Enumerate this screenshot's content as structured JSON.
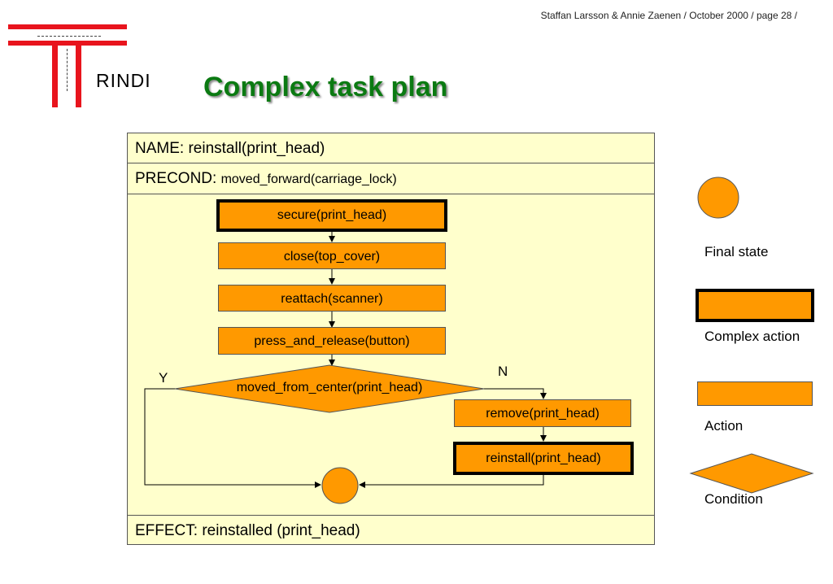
{
  "header": {
    "credit": "Staffan Larsson & Annie Zaenen / October  2000 / page 28 /",
    "logo_text": "RINDI",
    "title": "Complex task plan"
  },
  "plan": {
    "name_label": "NAME: ",
    "name_value": "reinstall(print_head)",
    "precond_label": "PRECOND: ",
    "precond_value": "moved_forward(carriage_lock)",
    "effect_label": "EFFECT: ",
    "effect_value": "reinstalled (print_head)"
  },
  "flow": {
    "step1": "secure(print_head)",
    "step2": "close(top_cover)",
    "step3": "reattach(scanner)",
    "step4": "press_and_release(button)",
    "condition": "moved_from_center(print_head)",
    "yes_label": "Y",
    "no_label": "N",
    "no_step1": "remove(print_head)",
    "no_step2": "reinstall(print_head)"
  },
  "legend": {
    "final_state": "Final state",
    "complex_action": "Complex action",
    "action": "Action",
    "condition": "Condition"
  },
  "colors": {
    "action_fill": "#ff9900",
    "panel_fill": "#ffffcc",
    "title_green": "#0b7a12",
    "logo_red": "#e8141d"
  }
}
